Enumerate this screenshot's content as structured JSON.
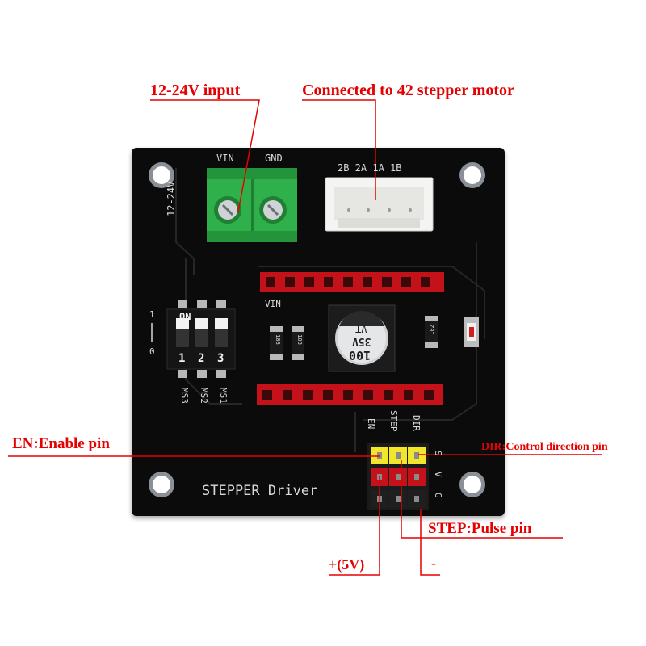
{
  "annotations": {
    "input_title": "12-24V input",
    "motor_title": "Connected to 42 stepper motor",
    "en": "EN:Enable pin",
    "dir": "DIR:Control direction pin",
    "step": "STEP:Pulse pin",
    "plus": "+(5V)",
    "minus": "-"
  },
  "board": {
    "vin": "VIN",
    "gnd": "GND",
    "voltage": "12-24V",
    "motor_pins": "2B 2A 1A 1B",
    "header_vin": "VIN",
    "switch_on": "ON",
    "switch_1": "1",
    "switch_0": "0",
    "sw_num1": "1",
    "sw_num2": "2",
    "sw_num3": "3",
    "ms3": "MS3",
    "ms2": "MS2",
    "ms1": "MS1",
    "cap_value": "100",
    "cap_voltage": "35V",
    "cap_series": "VT",
    "res1": "103",
    "res2": "103",
    "res3": "102",
    "pin_en": "EN",
    "pin_step": "STEP",
    "pin_dir": "DIR",
    "pin_s": "S",
    "pin_v": "V",
    "pin_g": "G",
    "title": "STEPPER Driver"
  },
  "colors": {
    "annotation_red": "#e60000",
    "pcb": "#0b0b0b",
    "silkscreen": "#d8d8d8",
    "terminal_green": "#2fb04a",
    "header_red": "#c4121a",
    "pin_yellow": "#f2e62c"
  }
}
